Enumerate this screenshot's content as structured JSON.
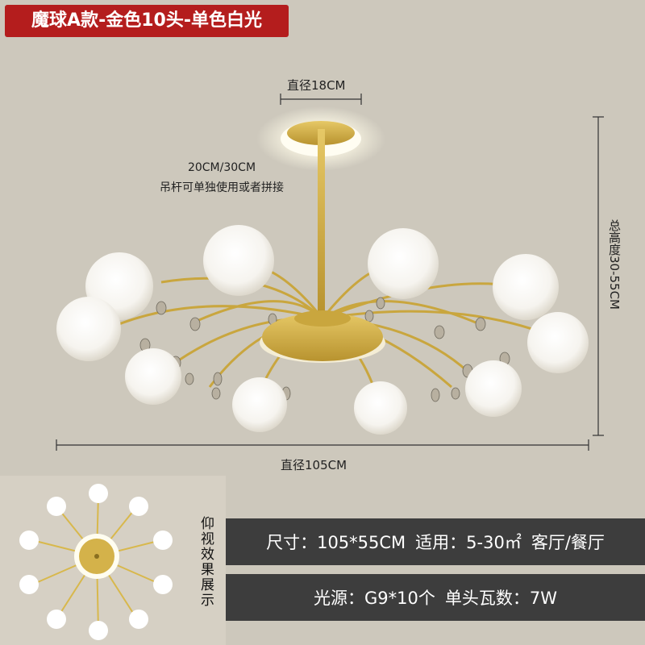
{
  "title": "魔球A款-金色10头-单色白光",
  "dimensions": {
    "top_diameter": "直径18CM",
    "rod_note_1": "20CM/30CM",
    "rod_note_2": "吊杆可单独使用或者拼接",
    "total_height": "总高度30-55CM",
    "diameter": "直径105CM"
  },
  "inset": {
    "label": "仰视效果展示"
  },
  "specs": {
    "size": "尺寸：105*55CM",
    "applicable": "适用：5-30㎡",
    "rooms": "客厅/餐厅",
    "light_source": "光源：G9*10个",
    "wattage": "单头瓦数：7W"
  },
  "colors": {
    "badge": "#b41d1d",
    "gold": "#d4b24a",
    "spec_bar": "#3d3d3d",
    "background": "#cdc8bc"
  }
}
